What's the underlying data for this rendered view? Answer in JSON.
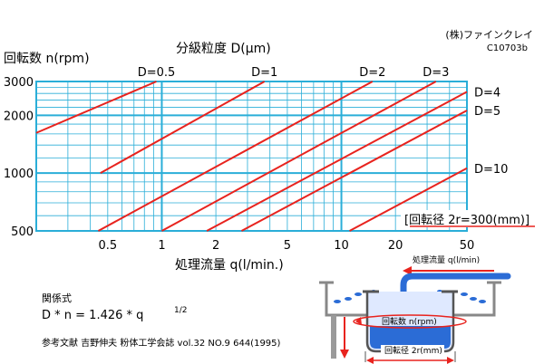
{
  "company": "(株)ファインクレイ",
  "doc_code": "C10703b",
  "chart_data": {
    "type": "line",
    "title": "分級粒度 D(μm)",
    "ylabel": "回転数 n(rpm)",
    "xlabel": "処理流量 q(l/min.)",
    "x_scale": "log",
    "y_scale": "log",
    "xlim": [
      0.2,
      50
    ],
    "ylim": [
      500,
      3000
    ],
    "x_ticks": [
      0.5,
      1,
      2,
      5,
      10,
      20,
      50
    ],
    "x_tick_labels": [
      "0.5",
      "1",
      "2",
      "5",
      "10",
      "20",
      "50"
    ],
    "y_ticks": [
      500,
      1000,
      2000,
      3000
    ],
    "y_tick_labels": [
      "500",
      "1000",
      "2000",
      "3000"
    ],
    "grid": true,
    "series": [
      {
        "name": "D=0.5",
        "x": [
          0.2,
          0.933
        ],
        "y": [
          1620,
          3000
        ]
      },
      {
        "name": "D=1",
        "x": [
          0.455,
          3.73
        ],
        "y": [
          1000,
          3000
        ]
      },
      {
        "name": "D=2",
        "x": [
          0.443,
          14.9
        ],
        "y": [
          500,
          3000
        ]
      },
      {
        "name": "D=3",
        "x": [
          1.0,
          33.6
        ],
        "y": [
          500,
          3000
        ]
      },
      {
        "name": "D=4",
        "x": [
          1.78,
          50
        ],
        "y": [
          500,
          2650
        ]
      },
      {
        "name": "D=5",
        "x": [
          2.78,
          50
        ],
        "y": [
          500,
          2120
        ]
      },
      {
        "name": "D=10",
        "x": [
          11.1,
          50
        ],
        "y": [
          500,
          1060
        ]
      }
    ],
    "annotations": [
      "[回転径 2r=300(mm)]"
    ]
  },
  "formula": {
    "heading": "関係式",
    "lhs": "D *  n = 1.426 * q",
    "exponent": "1/2"
  },
  "reference": "参考文献  吉野伸夫 粉体工学会誌 vol.32 NO.9 644(1995)",
  "diagram": {
    "flow_label": "処理流量 q(l/min)",
    "rpm_label": "回転数 n(rpm)",
    "diameter_label": "回転径 2r(mm)"
  },
  "colors": {
    "grid": "#2aaed8",
    "series": "#e8231e",
    "water": "#2b6cd6",
    "arrow": "#e8231e",
    "vessel": "#888888"
  }
}
